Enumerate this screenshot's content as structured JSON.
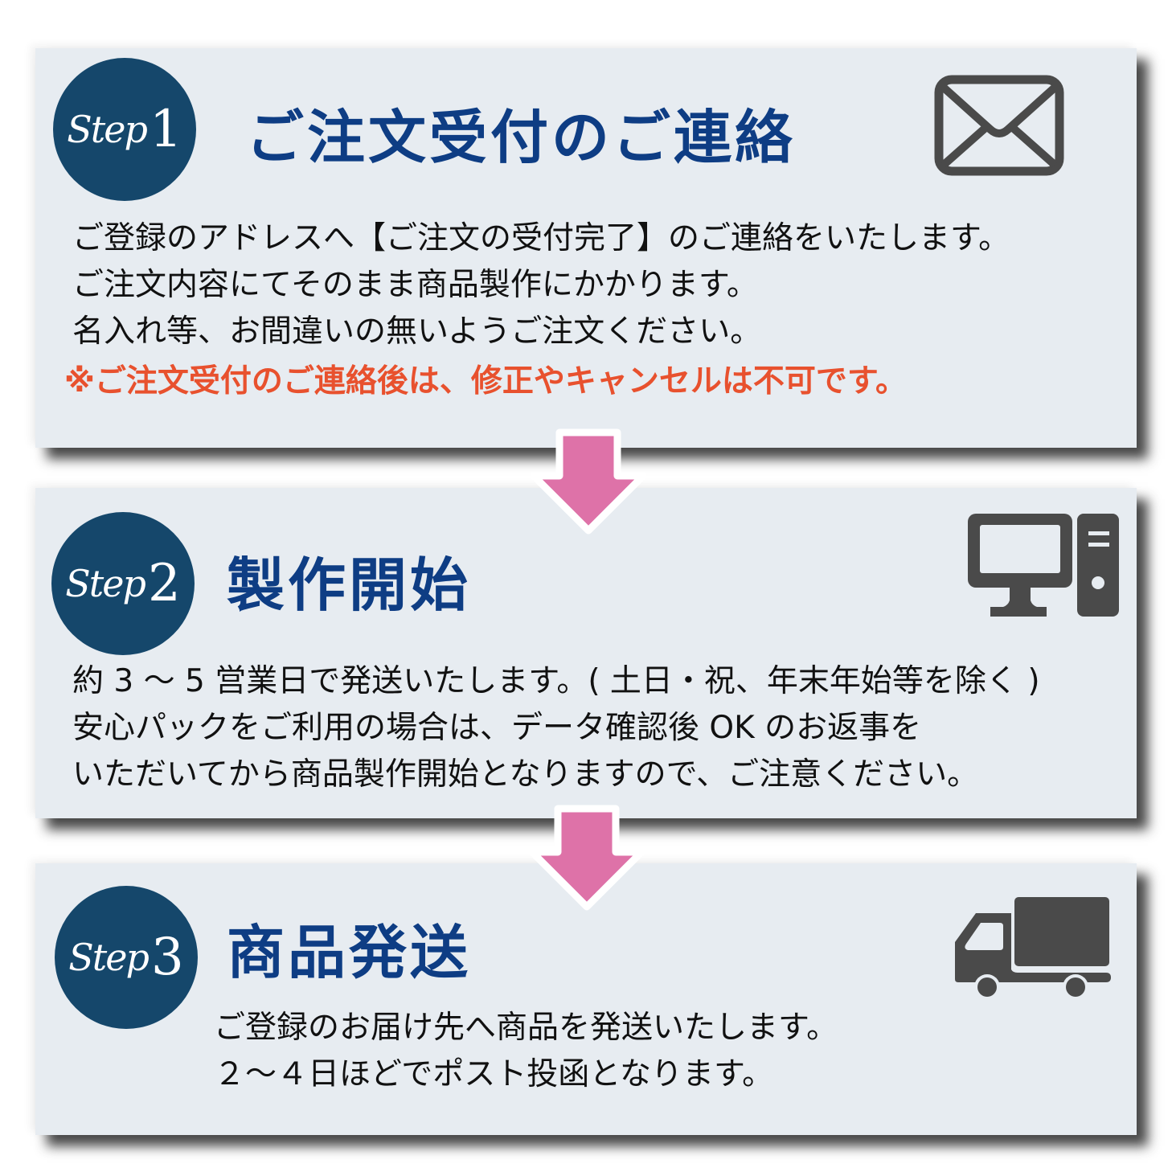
{
  "colors": {
    "card_bg": "#e7ecf1",
    "badge_bg": "#15476b",
    "title": "#0e3d84",
    "body_text": "#111111",
    "warning": "#e8512e",
    "arrow": "#de72a8",
    "icon": "#4a4a4a"
  },
  "steps": [
    {
      "badge": {
        "word": "Step",
        "number": "1"
      },
      "title": "ご注文受付のご連絡",
      "icon": "envelope-icon",
      "lines": [
        "ご登録のアドレスへ【ご注文の受付完了】のご連絡をいたします。",
        "ご注文内容にてそのまま商品製作にかかります。",
        "名入れ等、お間違いの無いようご注文ください。"
      ],
      "warning": "※ご注文受付のご連絡後は、修正やキャンセルは不可です。"
    },
    {
      "badge": {
        "word": "Step",
        "number": "2"
      },
      "title": "製作開始",
      "icon": "desktop-computer-icon",
      "lines": [
        "約 3 ～ 5 営業日で発送いたします。( 土日・祝、年末年始等を除く )",
        "安心パックをご利用の場合は、データ確認後 OK のお返事を",
        "いただいてから商品製作開始となりますので、ご注意ください。"
      ]
    },
    {
      "badge": {
        "word": "Step",
        "number": "3"
      },
      "title": "商品発送",
      "icon": "delivery-truck-icon",
      "lines": [
        "ご登録のお届け先へ商品を発送いたします。",
        "２～４日ほどでポスト投函となります。"
      ]
    }
  ],
  "arrows": [
    "down-arrow-icon",
    "down-arrow-icon"
  ]
}
